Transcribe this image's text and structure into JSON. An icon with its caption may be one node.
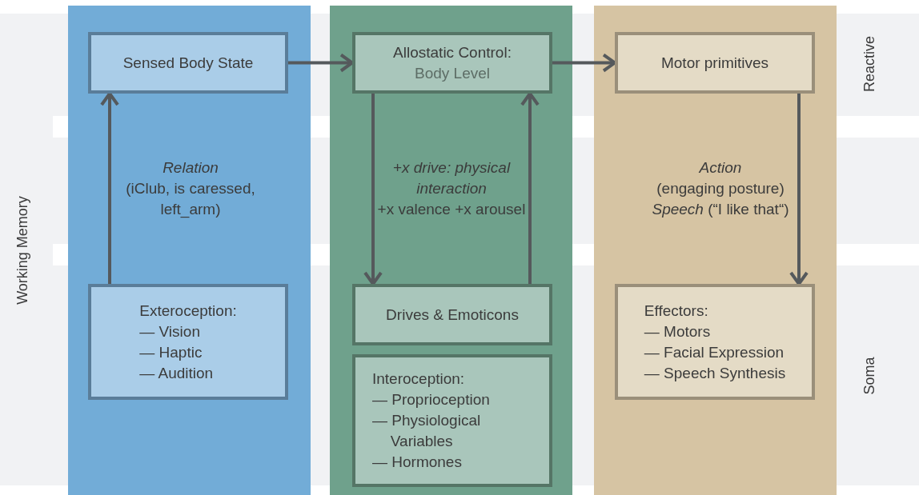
{
  "diagram": {
    "nodes": [
      {
        "text": [
          "Sensed Body State"
        ]
      },
      {
        "text": [
          "Allostatic Control:",
          "Body Level"
        ]
      },
      {
        "text": [
          "Motor primitives"
        ]
      },
      {
        "text": [
          "Exteroception:",
          "— Vision",
          "— Haptic",
          "— Audition"
        ]
      },
      {
        "text": [
          "Drives & Emoticons"
        ]
      },
      {
        "text": [
          "Interoception:",
          "— Proprioception",
          "— Physiological Variables",
          "— Hormones"
        ]
      },
      {
        "text": [
          "Effectors:",
          "— Motors",
          "— Facial Expression",
          "— Speech Synthesis"
        ]
      }
    ],
    "edges": [
      {
        "from": 0,
        "to": 1,
        "arrow": "to"
      },
      {
        "from": 1,
        "to": 2,
        "arrow": "to"
      },
      {
        "from": 3,
        "to": 0,
        "arrow": "to",
        "label": "*Relation* (iClub, is caressed, left_arm)"
      },
      {
        "from": 1,
        "to": 4,
        "arrow": "to",
        "label": "*+x drive: physical interaction* +x valence +x arousel"
      },
      {
        "from": 4,
        "to": 1,
        "arrow": "to"
      },
      {
        "from": 2,
        "to": 6,
        "arrow": "to",
        "label": "*Action* (engaging posture) *Speech* (“I like that“)"
      }
    ],
    "labels": [
      "Reactive",
      "Working Memory",
      "Soma"
    ]
  }
}
